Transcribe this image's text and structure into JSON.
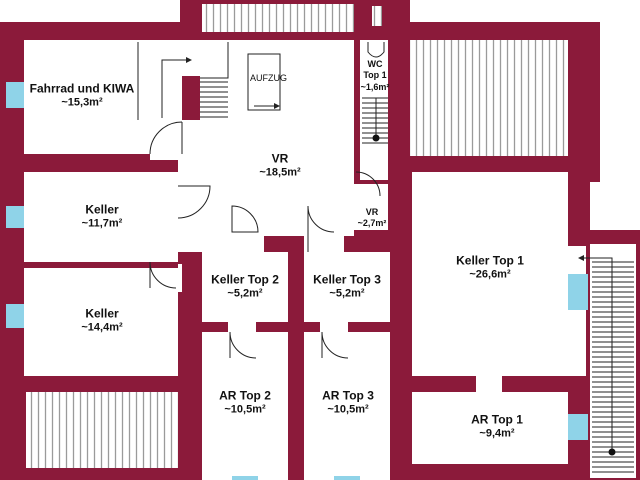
{
  "rooms": {
    "fahrrad": {
      "name": "Fahrrad und KIWA",
      "area": "~15,3m²"
    },
    "vr_main": {
      "name": "VR",
      "area": "~18,5m²"
    },
    "wc": {
      "name": "WC",
      "sub": "Top 1",
      "area": "~1,6m²"
    },
    "vr_small": {
      "name": "VR",
      "area": "~2,7m²"
    },
    "keller_a": {
      "name": "Keller",
      "area": "~11,7m²"
    },
    "keller_b": {
      "name": "Keller",
      "area": "~14,4m²"
    },
    "keller_top2": {
      "name": "Keller Top 2",
      "area": "~5,2m²"
    },
    "keller_top3": {
      "name": "Keller Top 3",
      "area": "~5,2m²"
    },
    "keller_top1": {
      "name": "Keller Top 1",
      "area": "~26,6m²"
    },
    "ar_top2": {
      "name": "AR Top 2",
      "area": "~10,5m²"
    },
    "ar_top3": {
      "name": "AR Top 3",
      "area": "~10,5m²"
    },
    "ar_top1": {
      "name": "AR Top 1",
      "area": "~9,4m²"
    }
  },
  "elevator_label": "AUFZUG",
  "colors": {
    "wall": "#8b1a3a",
    "window": "#8fd3e8",
    "hatch": "#9a9a9a"
  }
}
